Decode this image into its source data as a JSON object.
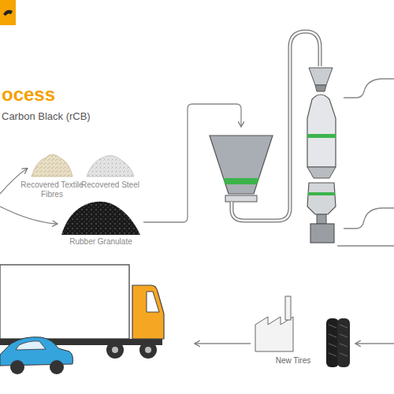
{
  "diagram": {
    "title": "ocess",
    "labels": [
      "Carbon Black (rCB)",
      "Recovered Textile Fibres",
      "Recovered Steel",
      "Rubber Granulate",
      "New Tires"
    ]
  }
}
